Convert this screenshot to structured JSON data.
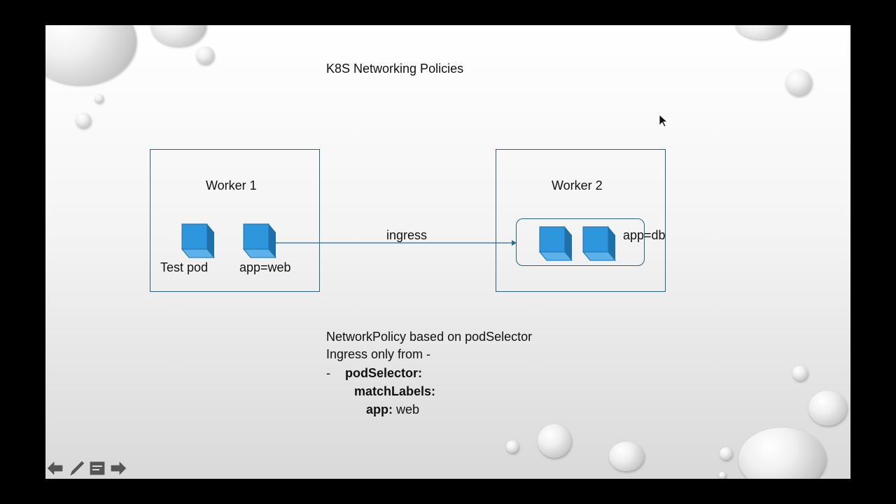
{
  "slide": {
    "title": "K8S Networking Policies",
    "worker1": {
      "label": "Worker 1",
      "pods": [
        "Test pod",
        "app=web"
      ]
    },
    "worker2": {
      "label": "Worker 2",
      "pod_group_label": "app=db"
    },
    "arrow_label": "ingress",
    "policy": {
      "line1": "NetworkPolicy based on podSelector",
      "line2": "Ingress only from -",
      "dash": "-",
      "podSelector": "podSelector:",
      "matchLabels": "matchLabels:",
      "app_key": "app:",
      "app_value": "web"
    }
  },
  "colors": {
    "cube_front": "#2e96dc",
    "cube_side": "#1f6fa8",
    "cube_bottom": "#5bb2ea",
    "box_border": "#2a5f7f"
  },
  "navigation": {
    "icons": [
      "arrow-left-icon",
      "pen-icon",
      "menu-icon",
      "arrow-right-icon"
    ]
  }
}
